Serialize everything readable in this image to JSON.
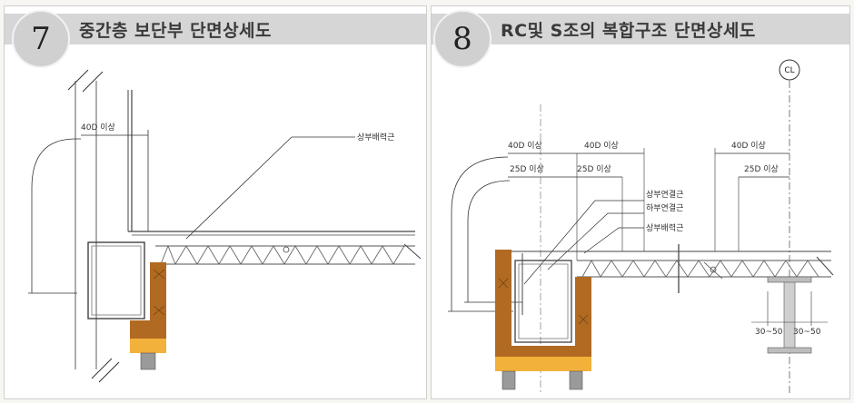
{
  "panels": [
    {
      "number": "7",
      "title": "중간층 보단부 단면상세도",
      "labels": {
        "anchorage": "40D 이상",
        "top_bar": "상부배력근"
      }
    },
    {
      "number": "8",
      "title": "RC및 S조의 복합구조 단면상세도",
      "labels": {
        "centerline": "CL",
        "anchorage_1": "40D 이상",
        "anchorage_2": "40D 이상",
        "anchorage_3": "40D 이상",
        "lap_1": "25D 이상",
        "lap_2": "25D 이상",
        "lap_3": "25D 이상",
        "top_connect": "상부연결근",
        "bottom_connect": "하부연결근",
        "top_bar": "상부배력근",
        "dim_1": "30~50",
        "dim_2": "30~50"
      }
    }
  ],
  "colors": {
    "wood": "#b06a22",
    "insulation": "#f2b13a",
    "steel": "#999999",
    "banner": "#d6d6d6"
  }
}
